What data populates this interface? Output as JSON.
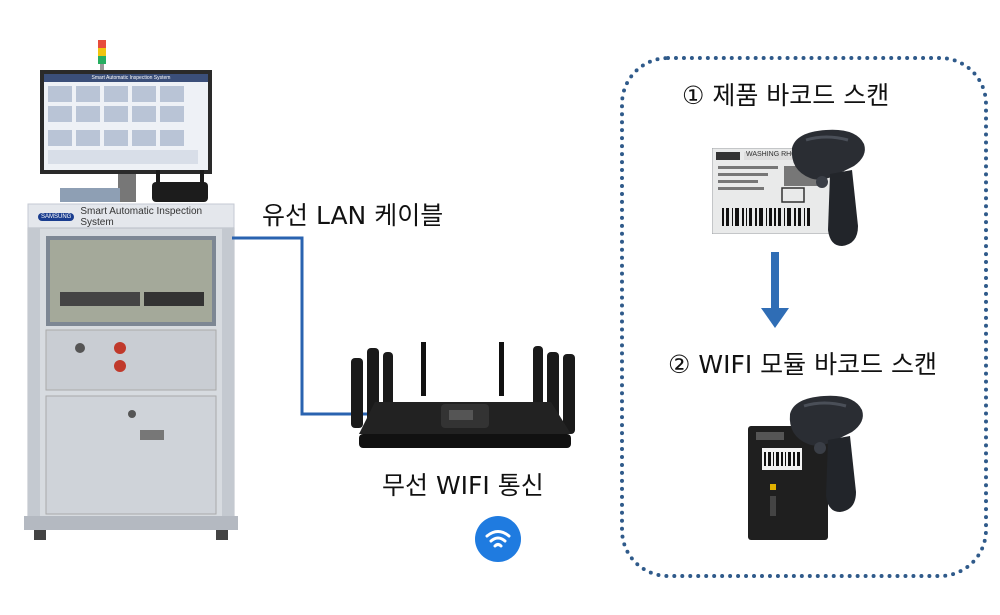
{
  "labels": {
    "wired": "유선 LAN 케이블",
    "wireless": "무선 WIFI 통신",
    "step1": "① 제품 바코드 스캔",
    "step2": "② WIFI 모듈 바코드 스캔"
  },
  "machine": {
    "brand": "SAMSUNG",
    "title": "Smart Automatic Inspection System",
    "monitor_title": "Smart Automatic Inspection System"
  },
  "product_label": {
    "brand": "WASHING RHCA"
  },
  "colors": {
    "cable": "#2a63b0",
    "frame": "#2f5a8a",
    "arrow": "#2f6db5",
    "wifi": "#1f7be0"
  },
  "icons": {
    "wifi": "wifi-icon",
    "arrow": "arrow-down-icon",
    "scanner": "barcode-scanner-icon"
  }
}
